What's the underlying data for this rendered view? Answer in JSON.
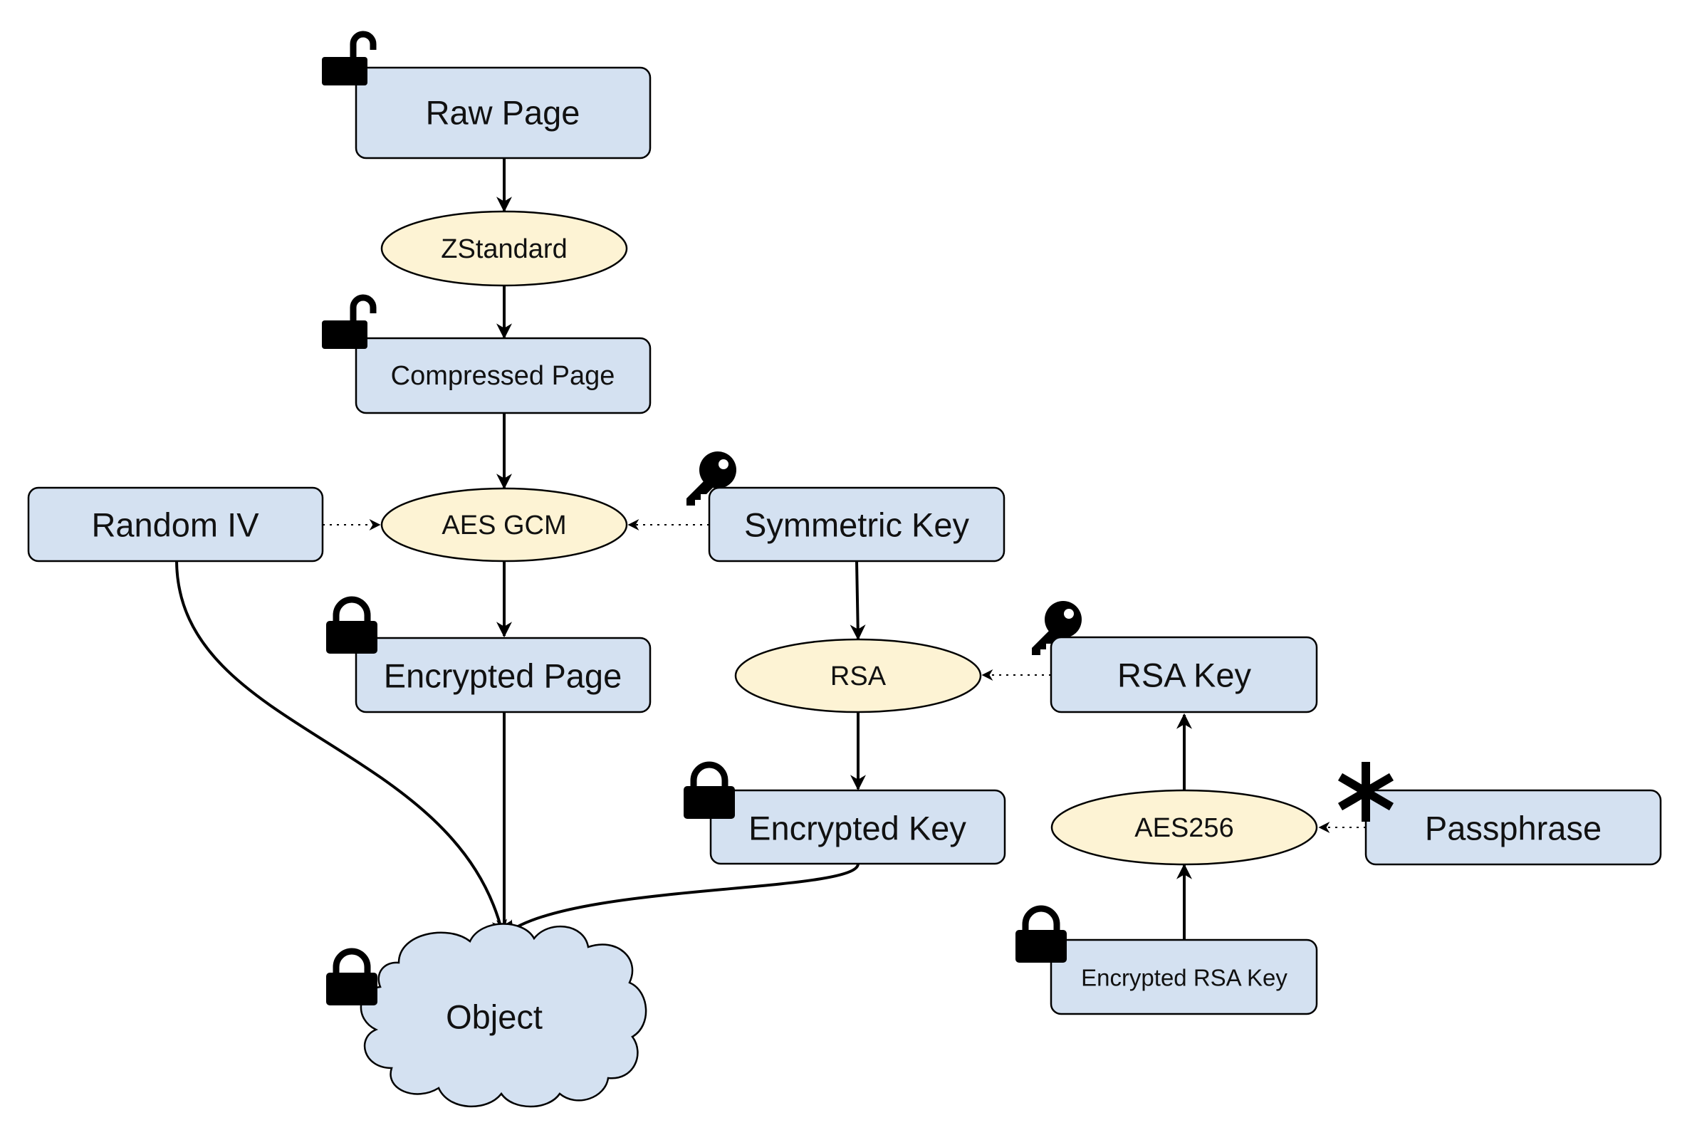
{
  "colors": {
    "box_fill": "#d4e1f1",
    "ellipse_fill": "#fdf3d4",
    "stroke": "#000000",
    "icon": "#000000"
  },
  "nodes": {
    "raw_page": {
      "label": "Raw Page",
      "icon": "unlock-icon"
    },
    "zstandard": {
      "label": "ZStandard"
    },
    "compressed_page": {
      "label": "Compressed Page",
      "icon": "unlock-icon"
    },
    "random_iv": {
      "label": "Random IV"
    },
    "aes_gcm": {
      "label": "AES GCM"
    },
    "symmetric_key": {
      "label": "Symmetric Key",
      "icon": "key-icon"
    },
    "encrypted_page": {
      "label": "Encrypted Page",
      "icon": "lock-icon"
    },
    "rsa": {
      "label": "RSA"
    },
    "rsa_key": {
      "label": "RSA Key",
      "icon": "key-icon"
    },
    "encrypted_key": {
      "label": "Encrypted Key",
      "icon": "lock-icon"
    },
    "aes256": {
      "label": "AES256"
    },
    "passphrase": {
      "label": "Passphrase",
      "icon": "asterisk-icon"
    },
    "encrypted_rsa_key": {
      "label": "Encrypted RSA Key",
      "icon": "lock-icon"
    },
    "object": {
      "label": "Object",
      "icon": "lock-icon"
    }
  }
}
